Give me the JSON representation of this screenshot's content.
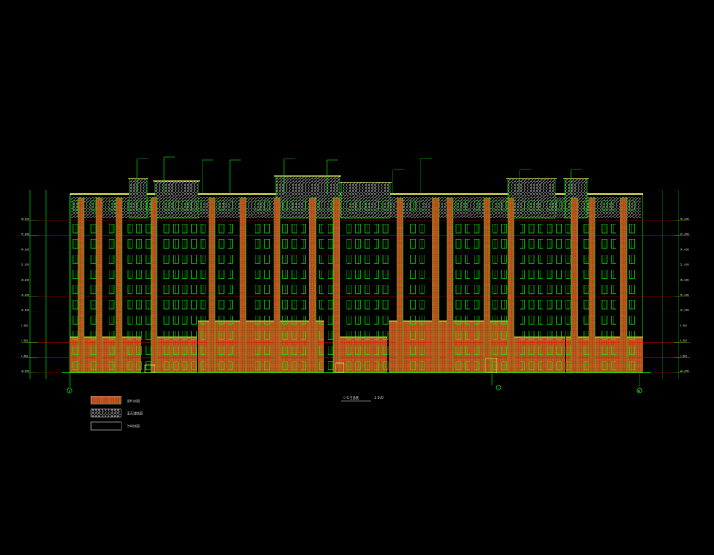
{
  "drawing": {
    "title": "①-①立面图",
    "scale": "1:100",
    "colors": {
      "background": "#000000",
      "outline": "#00ff00",
      "floor_line": "#ff0000",
      "brick": "#b8521c",
      "brick_speckle": "#e07a3a",
      "stone": "#d9d9d9",
      "parapet": "#ffff66",
      "window": "#00ff00",
      "label": "#c8c8c8"
    },
    "floors": 10,
    "axis_left": "1",
    "axis_mid": "11",
    "axis_right": "18",
    "level_marks_left": [
      "30.600",
      "27.600",
      "24.600",
      "21.600",
      "18.600",
      "15.600",
      "12.600",
      "9.600",
      "6.600",
      "3.600",
      "±0.000"
    ],
    "level_marks_right": [
      "30.600",
      "27.600",
      "24.600",
      "21.600",
      "18.600",
      "15.600",
      "12.600",
      "9.600",
      "6.600",
      "3.600",
      "±0.000"
    ]
  },
  "legend": [
    {
      "label": "面砖饰面",
      "swatch": "brick"
    },
    {
      "label": "真石漆饰面",
      "swatch": "stone"
    },
    {
      "label": "涂料饰面",
      "swatch": "plain"
    }
  ]
}
